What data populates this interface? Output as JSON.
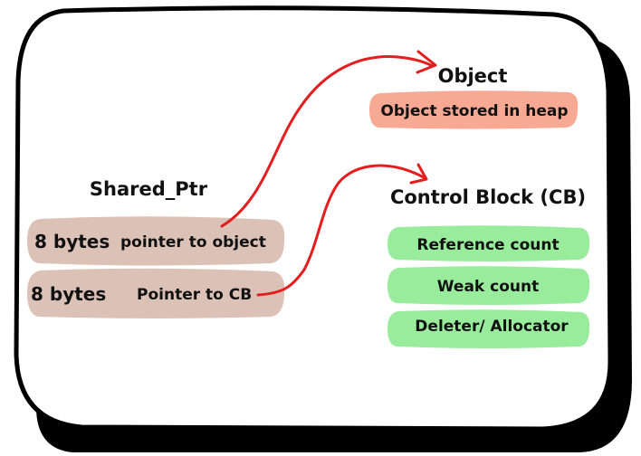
{
  "colors": {
    "card_fill": "#ffffff",
    "card_border": "#000000",
    "card_shadow": "#000000",
    "shared_ptr_field": "#dcc1b6",
    "object_pill": "#f8a994",
    "control_block_item": "#98ec9c",
    "arrow": "#e41e1e",
    "text": "#111111"
  },
  "shared_ptr": {
    "title": "Shared_Ptr",
    "fields": [
      {
        "size": "8 bytes",
        "label": "pointer to object"
      },
      {
        "size": "8 bytes",
        "label": "Pointer to CB"
      }
    ]
  },
  "object": {
    "title": "Object",
    "content": "Object stored in heap"
  },
  "control_block": {
    "title": "Control Block (CB)",
    "items": [
      "Reference count",
      "Weak count",
      "Deleter/ Allocator"
    ]
  },
  "arrows": [
    {
      "from": "shared_ptr.fields.0",
      "to": "object"
    },
    {
      "from": "shared_ptr.fields.1",
      "to": "control_block"
    }
  ]
}
